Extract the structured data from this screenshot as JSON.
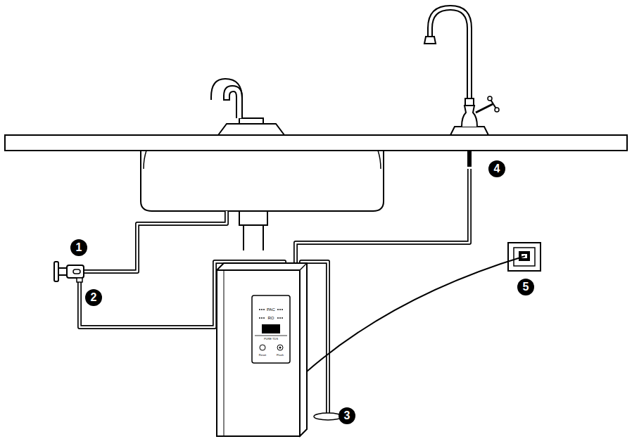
{
  "diagram": {
    "labels": [
      "1",
      "2",
      "3",
      "4",
      "5",
      "PAC",
      "RO",
      "PURE TDS",
      "Reset",
      "Flush"
    ]
  }
}
